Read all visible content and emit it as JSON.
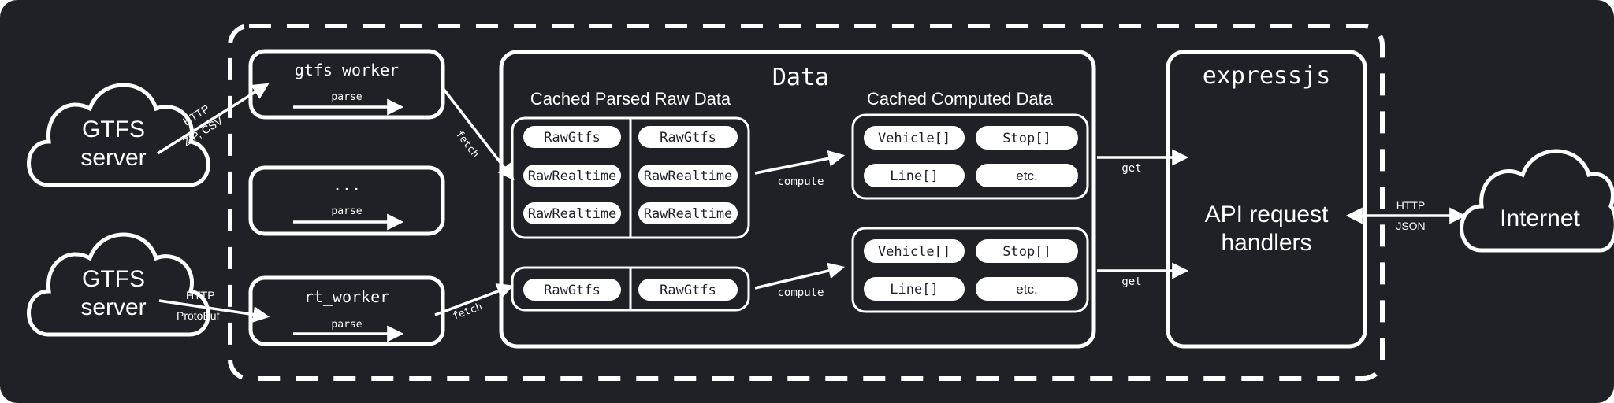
{
  "colors": {
    "background": "#1f2127",
    "foreground": "#ffffff"
  },
  "sources": [
    {
      "label_line1": "GTFS",
      "label_line2": "server",
      "protocol_line1": "HTTP",
      "protocol_line2": "ZIP, CSV"
    },
    {
      "label_line1": "GTFS",
      "label_line2": "server",
      "protocol_line1": "HTTP",
      "protocol_line2": "ProtoBuf"
    }
  ],
  "workers": [
    {
      "title": "gtfs_worker",
      "action": "parse"
    },
    {
      "title": "...",
      "action": "parse"
    },
    {
      "title": "rt_worker",
      "action": "parse"
    }
  ],
  "fetch_labels": [
    "fetch",
    "fetch"
  ],
  "data_store": {
    "title": "Data",
    "raw_section_title": "Cached Parsed Raw Data",
    "computed_section_title": "Cached Computed Data",
    "raw_top": [
      "RawGtfs",
      "RawGtfs",
      "RawRealtime",
      "RawRealtime",
      "RawRealtime",
      "RawRealtime"
    ],
    "raw_bottom": [
      "RawGtfs",
      "RawGtfs"
    ],
    "computed_top": [
      "Vehicle[]",
      "Stop[]",
      "Line[]",
      "etc."
    ],
    "computed_bottom": [
      "Vehicle[]",
      "Stop[]",
      "Line[]",
      "etc."
    ],
    "compute_labels": [
      "compute",
      "compute"
    ]
  },
  "get_labels": [
    "get",
    "get"
  ],
  "server": {
    "title": "expressjs",
    "handler_line1": "API request",
    "handler_line2": "handlers"
  },
  "client_link": {
    "protocol_line1": "HTTP",
    "protocol_line2": "JSON"
  },
  "client": {
    "label": "Internet"
  }
}
